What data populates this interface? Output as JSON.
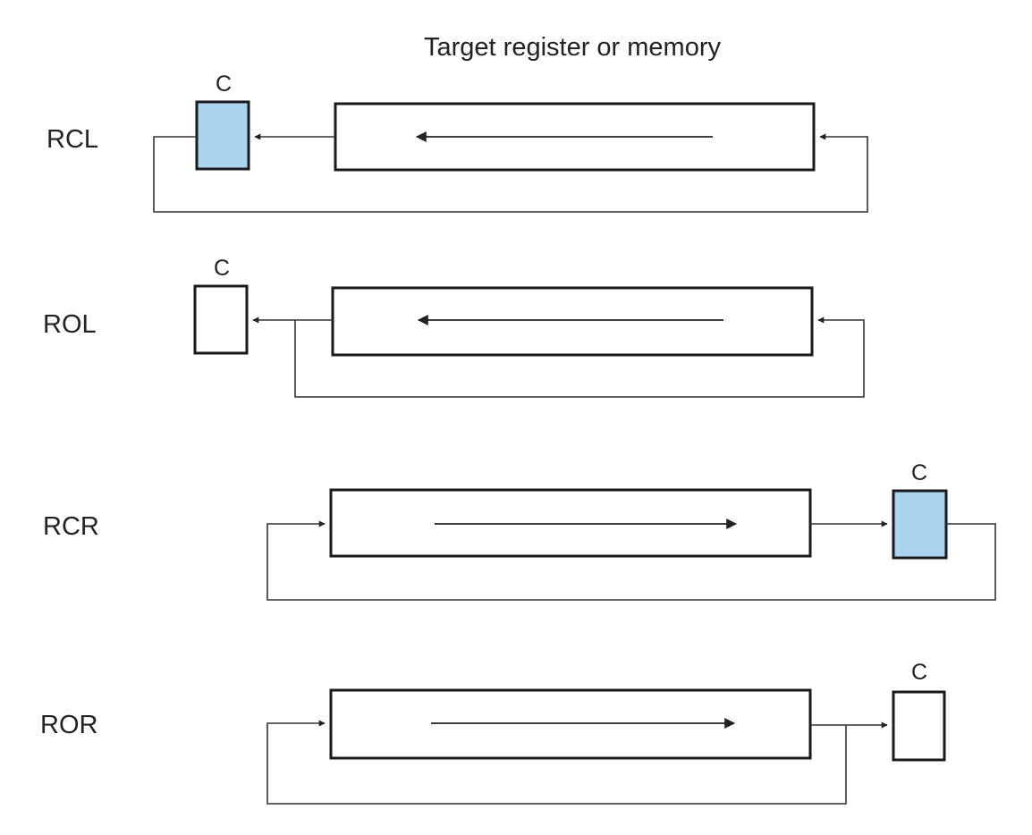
{
  "title": "Target register or memory",
  "carry_label": "C",
  "colors": {
    "carry_fill_active": "#a9d3ef",
    "carry_fill_inactive": "#ffffff",
    "line": "#222222"
  },
  "operations": [
    {
      "name": "RCL",
      "direction": "left",
      "carry_in_loop": true
    },
    {
      "name": "ROL",
      "direction": "left",
      "carry_in_loop": false
    },
    {
      "name": "RCR",
      "direction": "right",
      "carry_in_loop": true
    },
    {
      "name": "ROR",
      "direction": "right",
      "carry_in_loop": false
    }
  ]
}
